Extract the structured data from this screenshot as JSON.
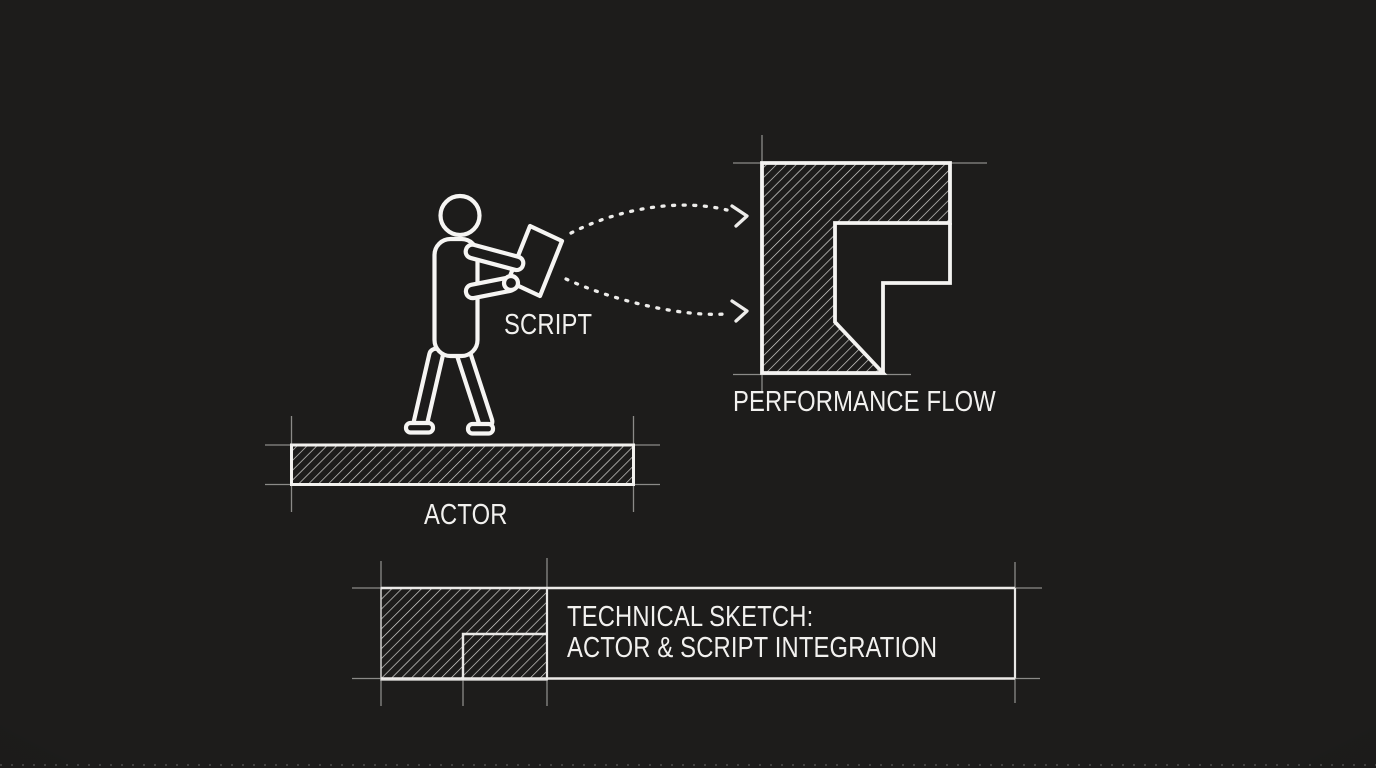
{
  "scene": {
    "description": "Technical sketch style diagram of an actor integrating a script into a performance flow",
    "background_color": "#1d1c1b",
    "stroke_color": "#f4f3f1",
    "extension_line_color": "#8b8a88",
    "text_color": "#f2f1ef",
    "hatch_line_color": "#d9d8d5"
  },
  "labels": {
    "script": "SCRIPT",
    "actor": "ACTOR",
    "performance_flow": "PERFORMANCE FLOW"
  },
  "title_block": {
    "line1": "TECHNICAL SKETCH:",
    "line2": "ACTOR & SCRIPT INTEGRATION"
  },
  "icons": {
    "actor_figure": "person-holding-paper-pictogram",
    "script_paper": "tilted-sheet-icon",
    "flow_arrow_upper": "dotted-arc-arrow-icon",
    "flow_arrow_lower": "dotted-arc-arrow-icon",
    "performance_flow_shape": "hatched-flag-block",
    "stage_platform": "hatched-platform-bar",
    "title_block_shape": "hatched-title-block"
  }
}
